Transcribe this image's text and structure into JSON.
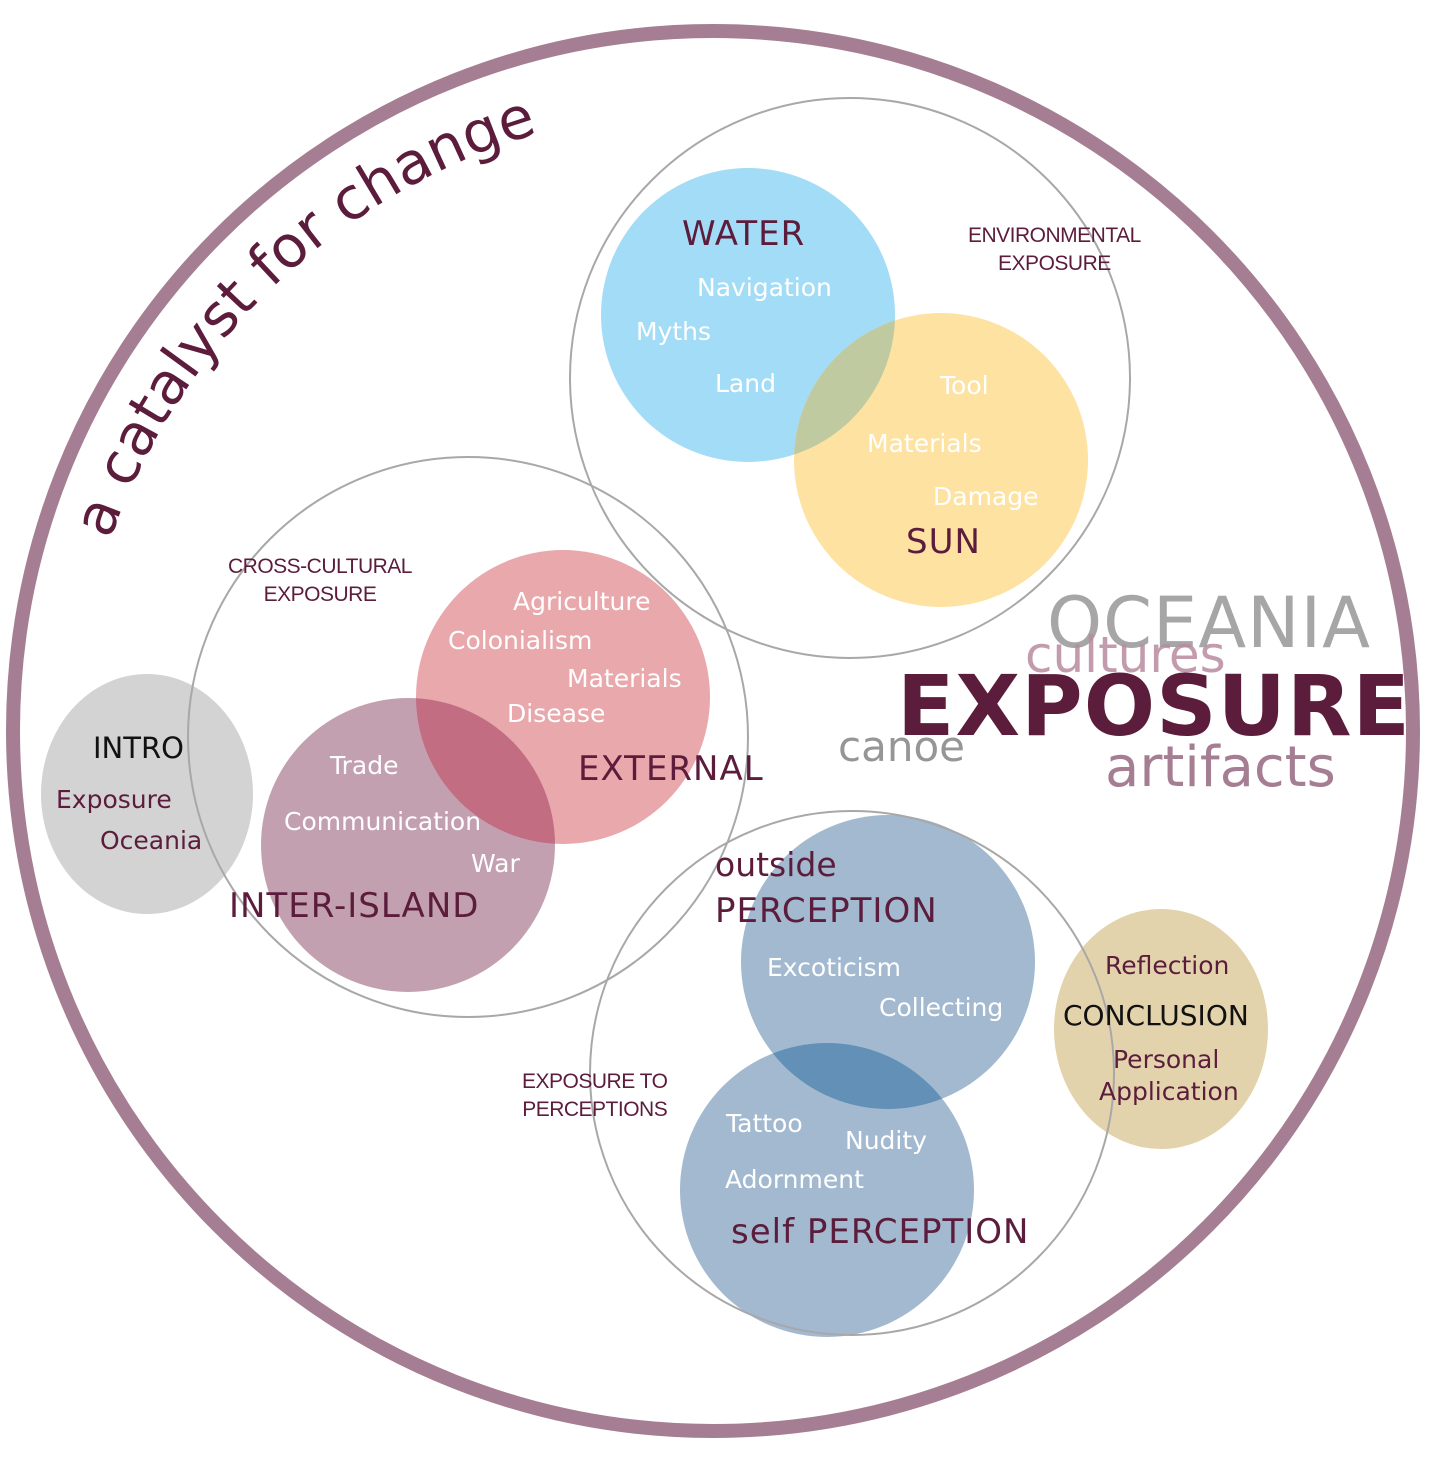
{
  "title_arc": "a catalyst for change",
  "center_words": {
    "oceania": "OCEANIA",
    "cultures": "cultures",
    "exposure": "EXPOSURE",
    "canoe": "canoe",
    "artifacts": "artifacts"
  },
  "environmental": {
    "label_line1": "ENVIRONMENTAL",
    "label_line2": "EXPOSURE",
    "water": {
      "title": "WATER",
      "items": [
        "Navigation",
        "Myths",
        "Land"
      ]
    },
    "sun": {
      "title": "SUN",
      "items": [
        "Tool",
        "Materials",
        "Damage"
      ]
    }
  },
  "cross_cultural": {
    "label_line1": "CROSS-CULTURAL",
    "label_line2": "EXPOSURE",
    "external": {
      "title": "EXTERNAL",
      "items": [
        "Agriculture",
        "Colonialism",
        "Materials",
        "Disease"
      ]
    },
    "inter_island": {
      "title": "INTER-ISLAND",
      "items": [
        "Trade",
        "Communication",
        "War"
      ]
    }
  },
  "intro": {
    "title": "INTRO",
    "items": [
      "Exposure",
      "Oceania"
    ]
  },
  "perceptions": {
    "label_line1": "EXPOSURE TO",
    "label_line2": "PERCEPTIONS",
    "outside": {
      "title_line1": "outside",
      "title_line2": "PERCEPTION",
      "items": [
        "Excoticism",
        "Collecting"
      ]
    },
    "self": {
      "title": "self PERCEPTION",
      "items": [
        "Tattoo",
        "Nudity",
        "Adornment"
      ]
    }
  },
  "conclusion": {
    "title": "CONCLUSION",
    "items": [
      "Reflection",
      "Personal",
      "Application"
    ]
  },
  "colors": {
    "outer_ring": "#a57e93",
    "plum_text": "#5c1c3c",
    "water": "#a2dcf6",
    "sun": "#fde2a2",
    "external": "#e8a8ac",
    "inter_island": "#c3a0b0",
    "intro": "#d3d3d3",
    "perception": "#a2b9d0",
    "conclusion": "#e3d3ac"
  }
}
